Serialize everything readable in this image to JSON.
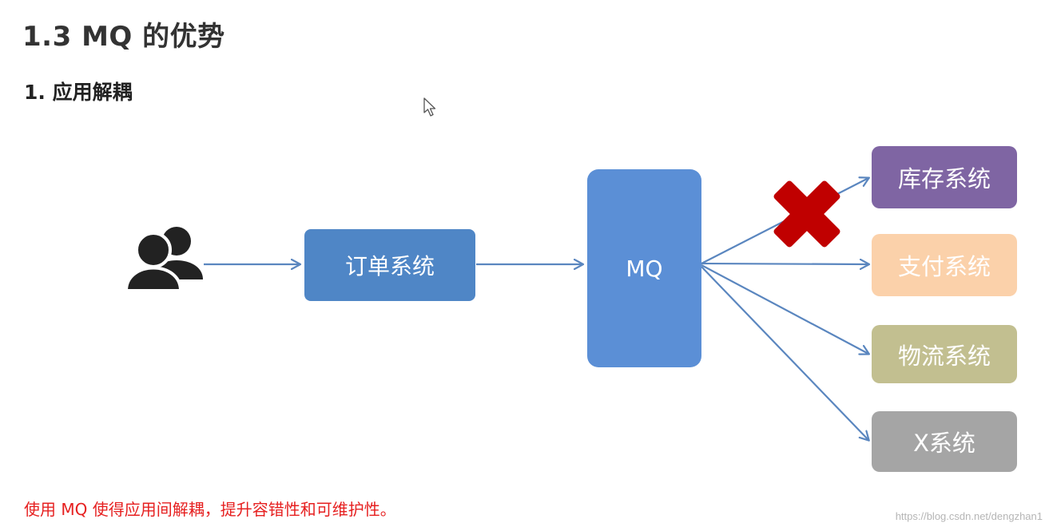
{
  "header": {
    "title": "1.3 MQ 的优势",
    "subtitle": "1. 应用解耦"
  },
  "diagram": {
    "order_system": {
      "label": "订单系统",
      "color": "#4f86c6"
    },
    "mq": {
      "label": "MQ",
      "color": "#5b8fd6"
    },
    "targets": [
      {
        "label": "库存系统",
        "color": "#7f65a3",
        "blocked": true
      },
      {
        "label": "支付系统",
        "color": "#fbd1aa",
        "blocked": false
      },
      {
        "label": "物流系统",
        "color": "#c2bf90",
        "blocked": false
      },
      {
        "label": "X系统",
        "color": "#a5a5a5",
        "blocked": false
      }
    ],
    "arrow_color": "#5a86bf",
    "cross_color": "#c00000",
    "user_icon": "users-icon"
  },
  "footer": {
    "note": "使用 MQ 使得应用间解耦，提升容错性和可维护性。",
    "watermark": "https://blog.csdn.net/dengzhan1"
  }
}
